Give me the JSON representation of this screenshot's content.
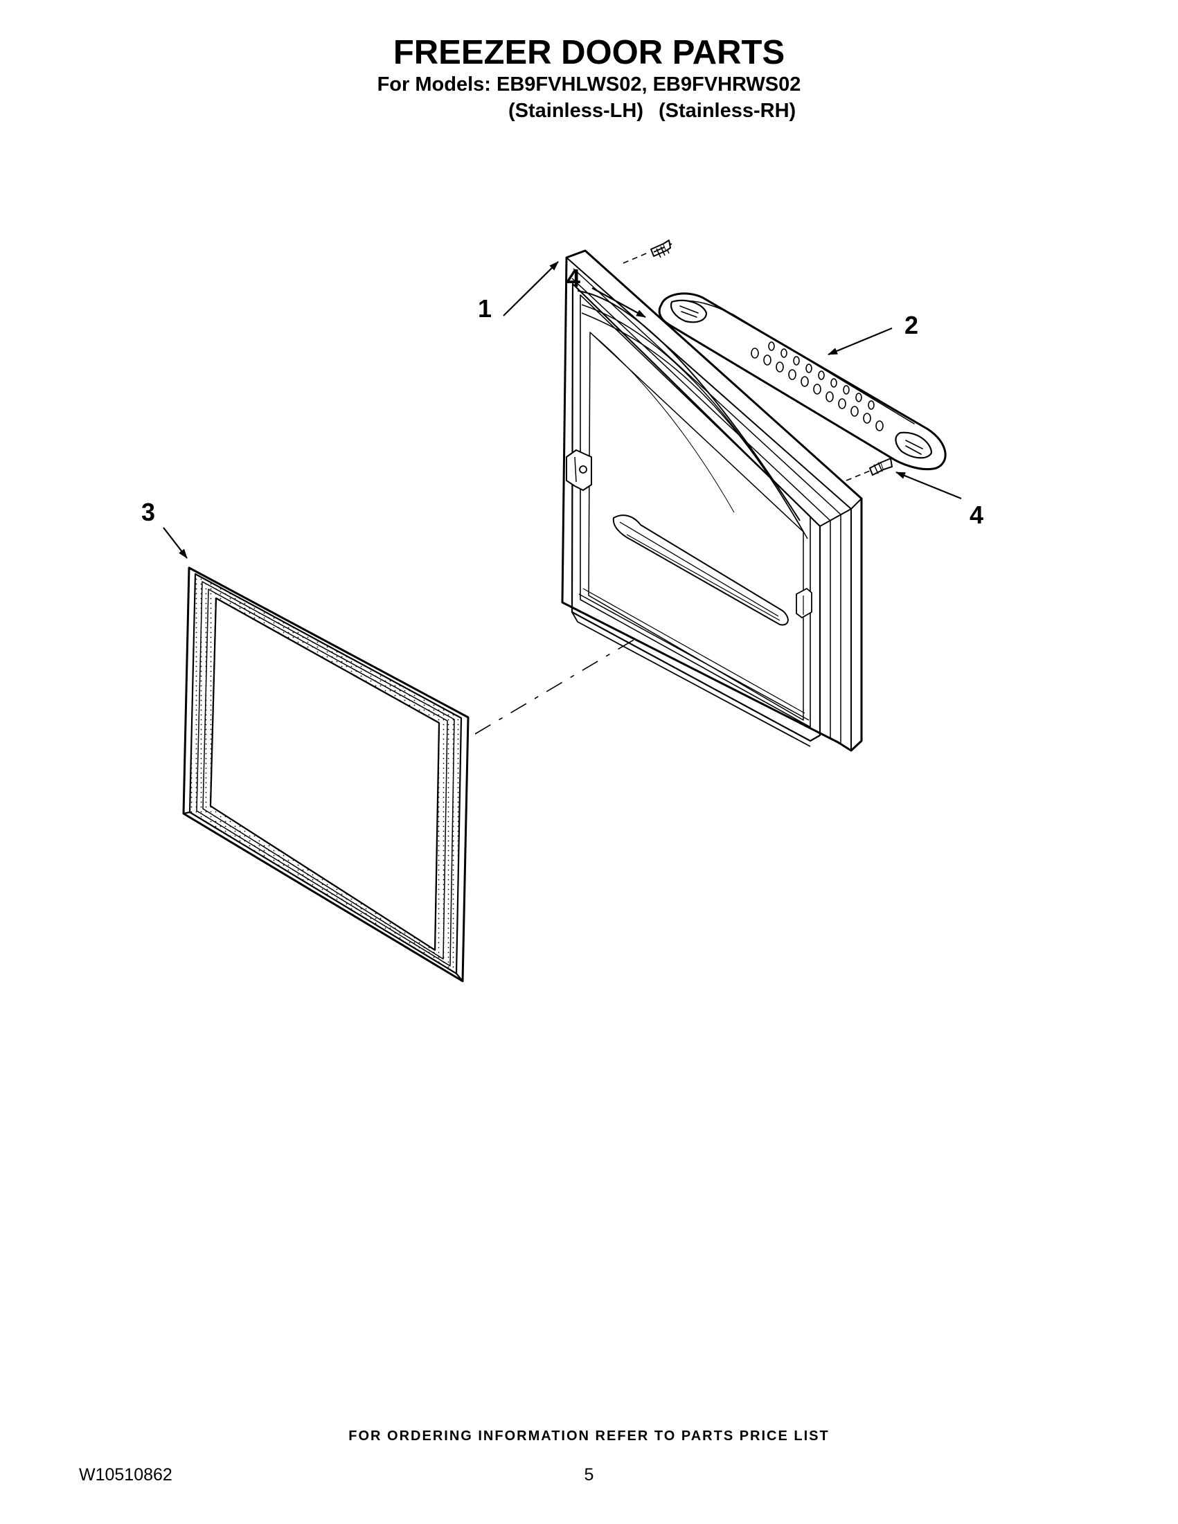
{
  "header": {
    "title": "FREEZER DOOR PARTS",
    "models_line": "For Models: EB9FVHLWS02, EB9FVHRWS02",
    "variant_lh": "(Stainless-LH)",
    "variant_rh": "(Stainless-RH)"
  },
  "diagram": {
    "callouts": {
      "door": "1",
      "handle": "2",
      "gasket": "3",
      "screw_top": "4",
      "screw_bottom": "4"
    }
  },
  "footer": {
    "ordering_note": "FOR ORDERING INFORMATION REFER TO PARTS PRICE LIST",
    "doc_number": "W10510862",
    "page_number": "5"
  }
}
